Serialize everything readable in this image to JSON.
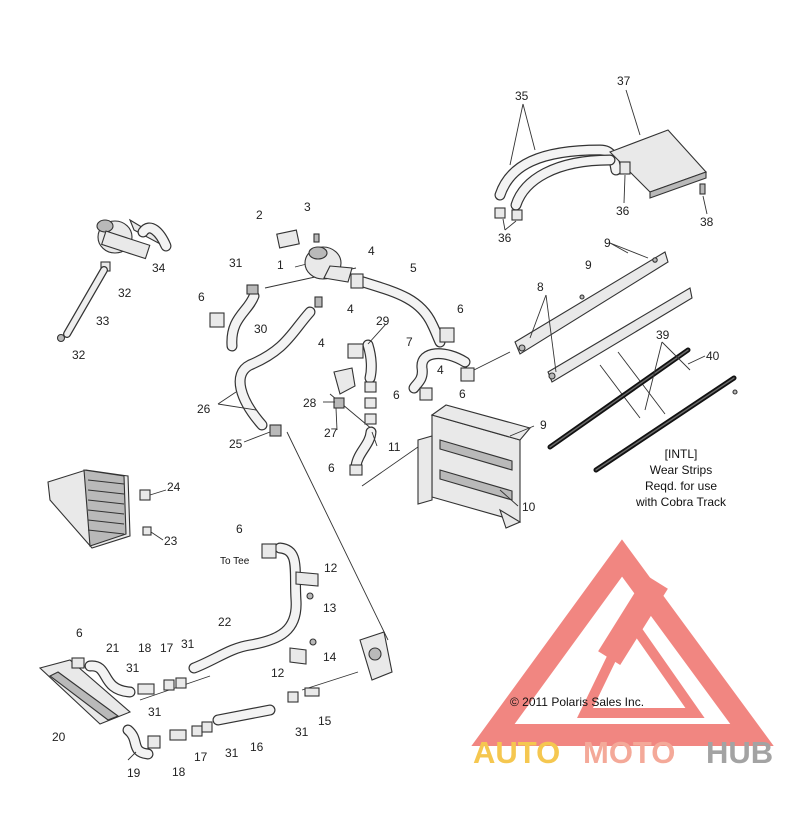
{
  "callouts": {
    "c1": "1",
    "c2": "2",
    "c3": "3",
    "c4a": "4",
    "c4b": "4",
    "c4c": "4",
    "c4d": "4",
    "c5": "5",
    "c6a": "6",
    "c6b": "6",
    "c6c": "6",
    "c6d": "6",
    "c6e": "6",
    "c6f": "6",
    "c6g": "6",
    "c7": "7",
    "c8": "8",
    "c9a": "9",
    "c9b": "9",
    "c9c": "9",
    "c10": "10",
    "c11": "11",
    "c12a": "12",
    "c12b": "12",
    "c13": "13",
    "c14": "14",
    "c15": "15",
    "c16": "16",
    "c17a": "17",
    "c17b": "17",
    "c18a": "18",
    "c18b": "18",
    "c19": "19",
    "c20": "20",
    "c21": "21",
    "c22": "22",
    "c23": "23",
    "c24": "24",
    "c25": "25",
    "c26": "26",
    "c27": "27",
    "c28": "28",
    "c29": "29",
    "c30": "30",
    "c31a": "31",
    "c31b": "31",
    "c31c": "31",
    "c31d": "31",
    "c31e": "31",
    "c31f": "31",
    "c32a": "32",
    "c32b": "32",
    "c33": "33",
    "c34": "34",
    "c35": "35",
    "c36a": "36",
    "c36b": "36",
    "c37": "37",
    "c38": "38",
    "c39": "39",
    "c40": "40"
  },
  "notes": {
    "to_tee": "To Tee",
    "intl_line1": "[INTL]",
    "intl_line2": "Wear Strips",
    "intl_line3": "Reqd. for use",
    "intl_line4": "with Cobra Track",
    "copyright": "© 2011 Polaris Sales Inc."
  },
  "watermark": {
    "word_auto": "AUTO",
    "word_moto": "MOTO",
    "word_hub": "HUB",
    "color_auto": "#f5c23e",
    "color_moto": "#f3a08f",
    "color_hub": "#9a9a9a",
    "color_triangle": "#f07a74"
  }
}
